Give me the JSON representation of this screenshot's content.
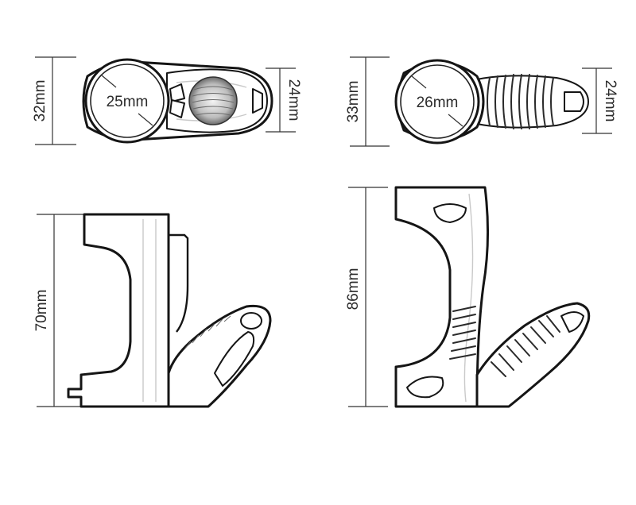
{
  "top_left_view": {
    "height_label": "32mm",
    "diameter_label": "25mm",
    "side_label": "24mm"
  },
  "top_right_view": {
    "height_label": "33mm",
    "diameter_label": "26mm",
    "side_label": "24mm"
  },
  "bottom_left_view": {
    "height_label": "70mm"
  },
  "bottom_right_view": {
    "height_label": "86mm"
  }
}
